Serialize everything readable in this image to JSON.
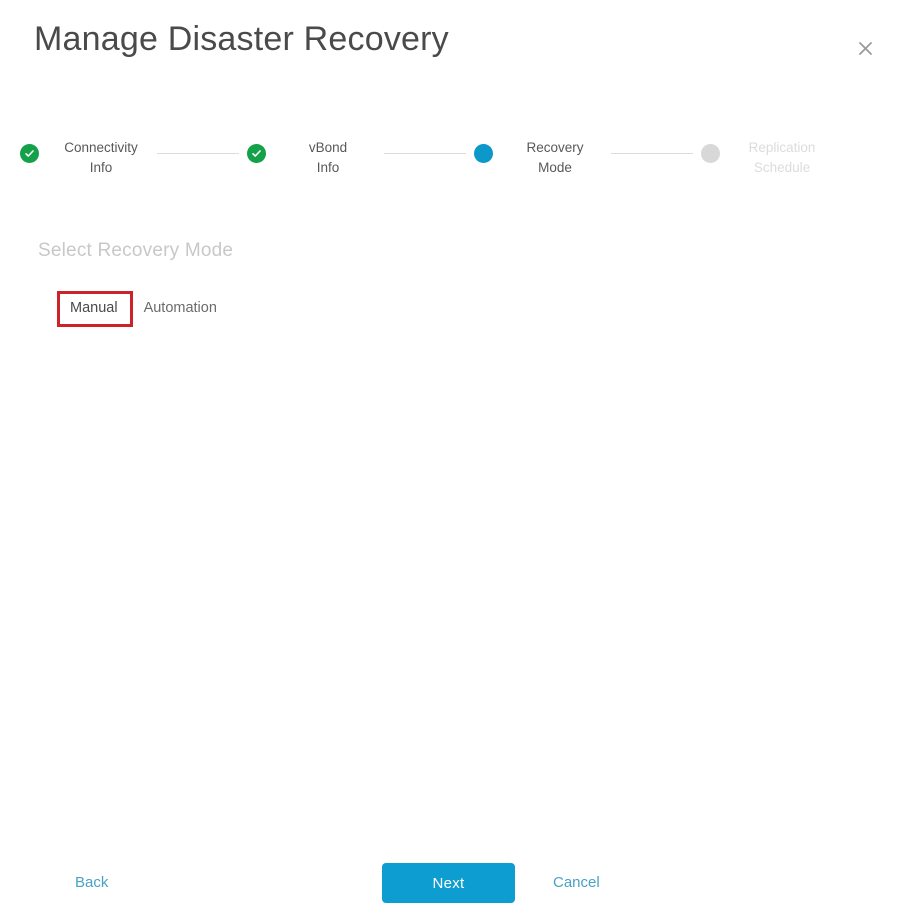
{
  "dialog": {
    "title": "Manage Disaster Recovery",
    "close_icon": "close-icon"
  },
  "stepper": {
    "steps": [
      {
        "label": "Connectivity\nInfo",
        "state": "done",
        "icon": "check-circle-icon"
      },
      {
        "label": "vBond\nInfo",
        "state": "done",
        "icon": "check-circle-icon"
      },
      {
        "label": "Recovery\nMode",
        "state": "active",
        "icon": "filled-circle-icon"
      },
      {
        "label": "Replication\nSchedule",
        "state": "todo",
        "icon": "empty-circle-icon"
      }
    ]
  },
  "main": {
    "section_title": "Select Recovery Mode",
    "mode_tabs": [
      {
        "label": "Manual",
        "selected": true,
        "highlighted": true
      },
      {
        "label": "Automation",
        "selected": false,
        "highlighted": false
      }
    ]
  },
  "footer": {
    "back_label": "Back",
    "next_label": "Next",
    "cancel_label": "Cancel"
  },
  "colors": {
    "accent_blue": "#0e9dd0",
    "link_blue": "#49a2c4",
    "step_done_green": "#14a14a",
    "step_active_blue": "#0c98c8",
    "step_todo_grey": "#d8d8d8",
    "annotation_red": "#cc2229",
    "title_grey": "#4a4a4a"
  }
}
